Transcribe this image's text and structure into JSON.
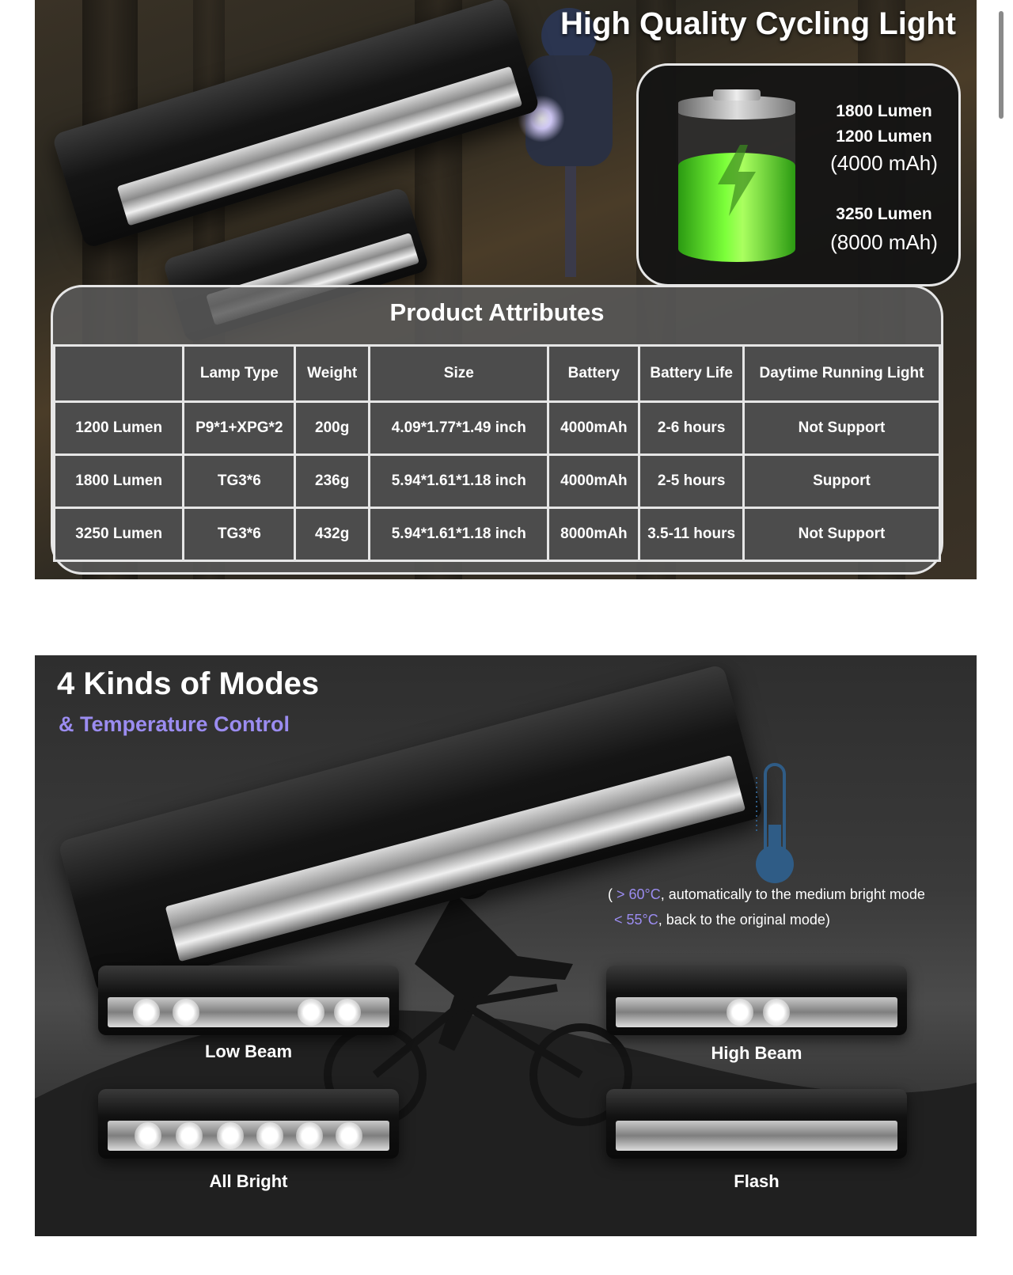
{
  "section1": {
    "title": "High Quality Cycling Light",
    "battery": {
      "line1": "1800 Lumen",
      "line2": "1200 Lumen",
      "line3": "(4000 mAh)",
      "line4": "3250 Lumen",
      "line5": "(8000 mAh)"
    },
    "attributes": {
      "title": "Product Attributes",
      "headers": [
        "",
        "Lamp Type",
        "Weight",
        "Size",
        "Battery",
        "Battery Life",
        "Daytime Running Light"
      ],
      "rows": [
        [
          "1200 Lumen",
          "P9*1+XPG*2",
          "200g",
          "4.09*1.77*1.49 inch",
          "4000mAh",
          "2-6 hours",
          "Not Support"
        ],
        [
          "1800 Lumen",
          "TG3*6",
          "236g",
          "5.94*1.61*1.18 inch",
          "4000mAh",
          "2-5 hours",
          "Support"
        ],
        [
          "3250 Lumen",
          "TG3*6",
          "432g",
          "5.94*1.61*1.18 inch",
          "8000mAh",
          "3.5-11 hours",
          "Not Support"
        ]
      ]
    }
  },
  "section2": {
    "title": "4 Kinds of Modes",
    "subtitle": "& Temperature Control",
    "temp_note": {
      "l1_open": "(",
      "l1_hl": " > 60°C",
      "l1_rest": ", automatically to the medium bright mode",
      "l2_hl": "< 55°C",
      "l2_rest": ", back to the original mode)"
    },
    "modes": [
      "Low Beam",
      "High Beam",
      "All Bright",
      "Flash"
    ]
  },
  "colors": {
    "accent_purple": "#9b8cf0",
    "battery_green": "#7cff3a"
  }
}
